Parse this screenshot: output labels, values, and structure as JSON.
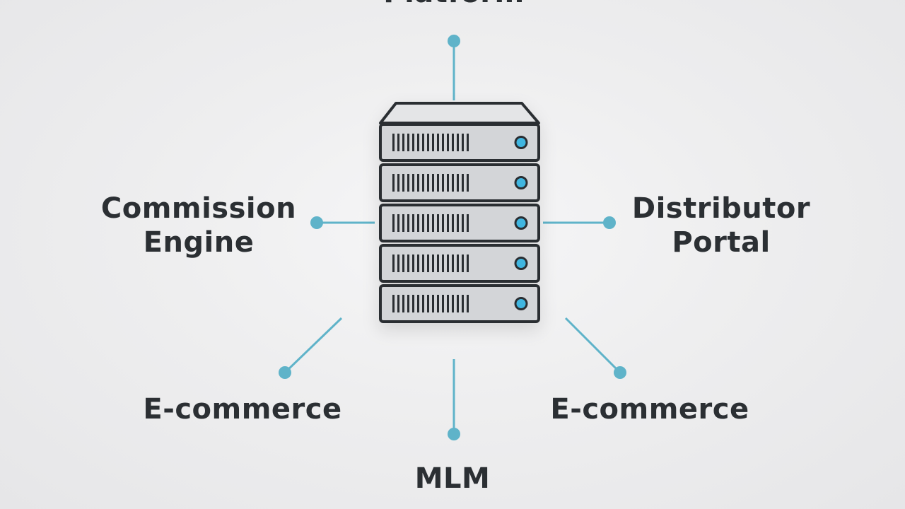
{
  "colors": {
    "accent": "#5fb3c9",
    "led": "#3fb6e0",
    "server_fill": "#d3d5d8",
    "server_outline": "#2b2f33",
    "text": "#2b2f33"
  },
  "hub": {
    "icon": "server-rack-icon",
    "unit_count": 5
  },
  "nodes": {
    "top": {
      "lines": [
        "Platform"
      ]
    },
    "commission_engine": {
      "lines": [
        "Commission",
        "Engine"
      ]
    },
    "distributor_portal": {
      "lines": [
        "Distributor",
        "Portal"
      ]
    },
    "ecommerce_left": {
      "lines": [
        "E-commerce"
      ]
    },
    "ecommerce_right": {
      "lines": [
        "E-commerce"
      ]
    },
    "mlm": {
      "lines": [
        "MLM"
      ]
    }
  }
}
